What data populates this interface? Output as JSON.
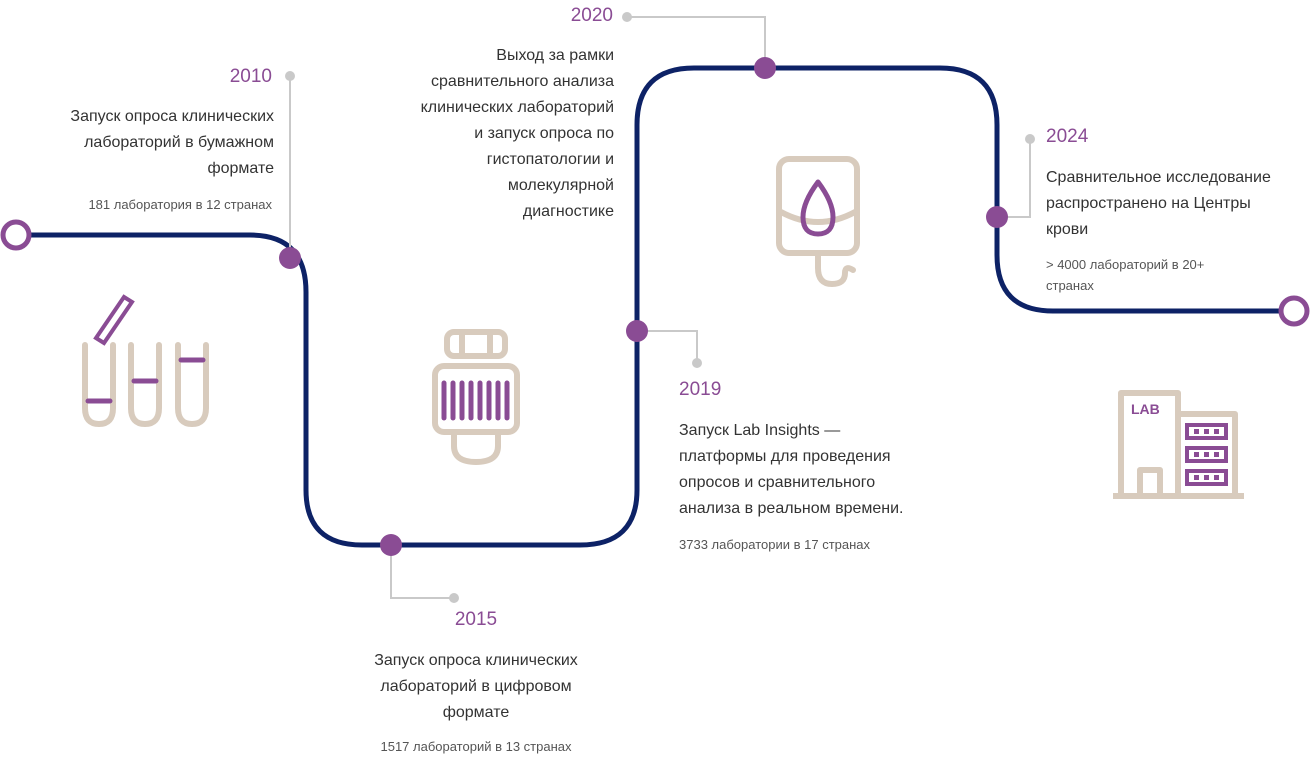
{
  "colors": {
    "path": "#0d2266",
    "accent": "#8a4c94",
    "connector": "#c9c9c9",
    "icon_beige": "#d8cbbd"
  },
  "milestones": [
    {
      "year": "2010",
      "description": [
        "Запуск опроса клинических",
        "лабораторий в бумажном",
        "формате"
      ],
      "stat": "181 лаборатория в 12 странах",
      "icon": "test-tubes-icon"
    },
    {
      "year": "2015",
      "description": [
        "Запуск опроса клинических",
        "лабораторий в цифровом",
        "формате"
      ],
      "stat": "1517 лабораторий в 13 странах",
      "icon": "barcode-vial-icon"
    },
    {
      "year": "2019",
      "description": [
        "Запуск Lab Insights —",
        "платформы для проведения",
        "опросов и сравнительного",
        "анализа в реальном времени."
      ],
      "stat": "3733 лаборатории в 17 странах",
      "icon": "none"
    },
    {
      "year": "2020",
      "description": [
        "Выход за рамки",
        "сравнительного анализа",
        "клинических лабораторий",
        "и запуск опроса по",
        "гистопатологии и",
        "молекулярной",
        "диагностике"
      ],
      "stat": "",
      "icon": "blood-bag-icon"
    },
    {
      "year": "2024",
      "description": [
        "Сравнительное исследование",
        "распространено на Центры",
        "крови"
      ],
      "stat_lines": [
        "> 4000 лабораторий в 20+",
        "странах"
      ],
      "icon": "lab-building-icon"
    }
  ],
  "lab_sign": "LAB"
}
